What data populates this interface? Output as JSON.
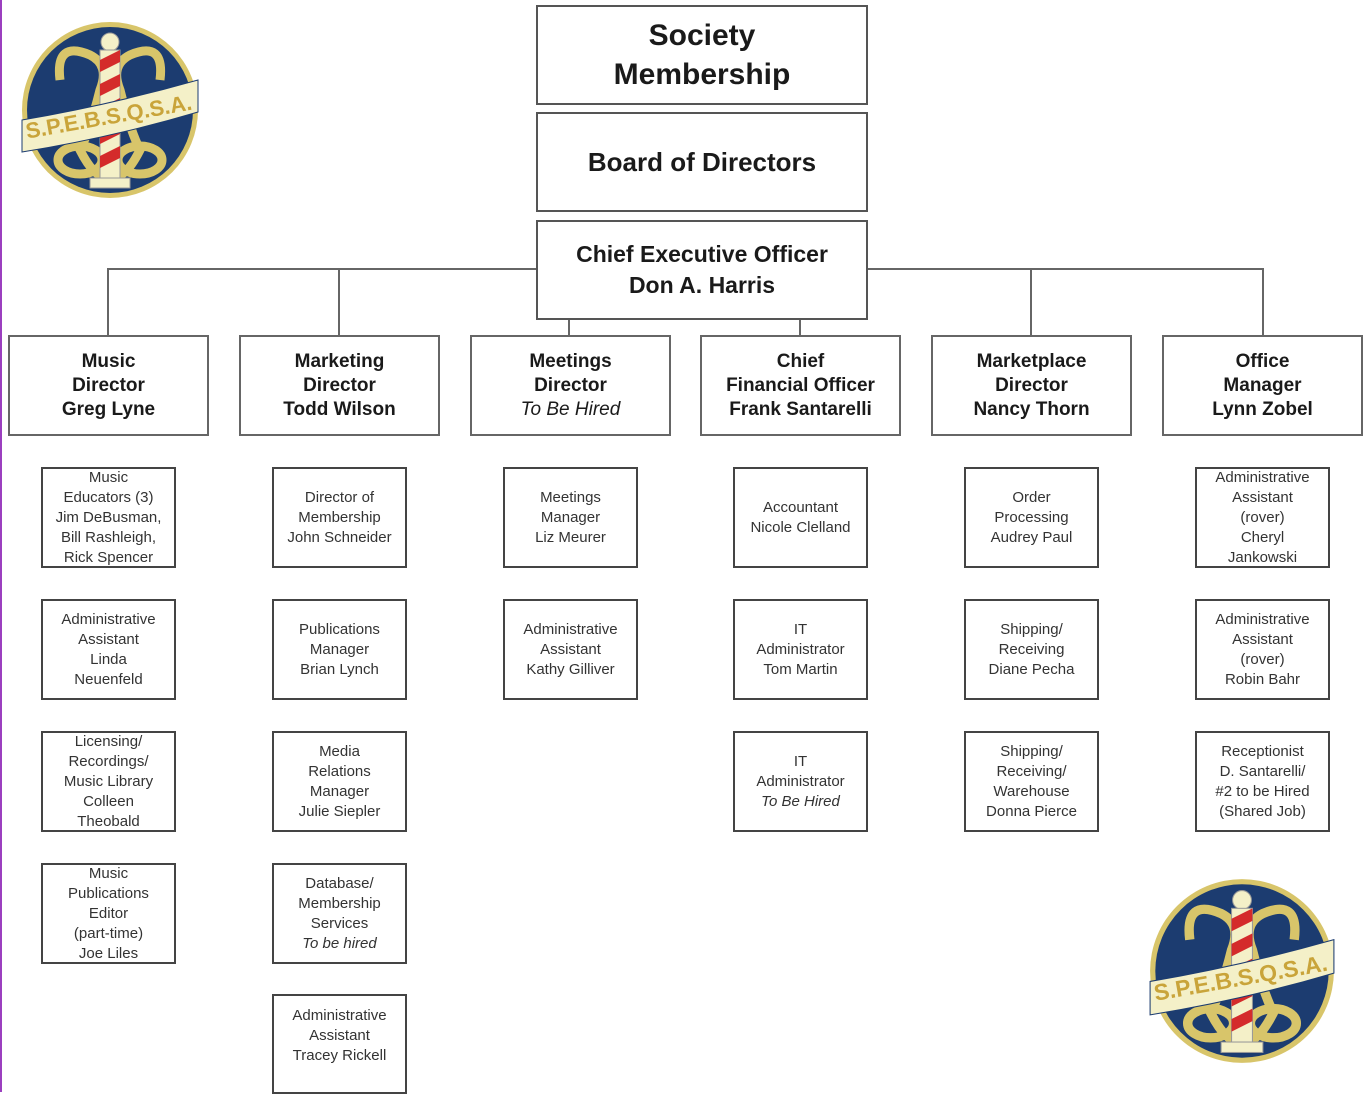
{
  "logo": {
    "text": "S.P.E.B.S.Q.S.A.",
    "colors": {
      "navy": "#1c3c70",
      "gold": "#d8c56a",
      "cream": "#f4f0c8",
      "red": "#d42b2b"
    }
  },
  "top": {
    "lines": [
      "Society",
      "Membership"
    ]
  },
  "board": {
    "label": "Board of Directors"
  },
  "ceo": {
    "lines": [
      "Chief Executive Officer",
      "Don A. Harris"
    ]
  },
  "departments": [
    {
      "lines": [
        "Music",
        "Director",
        "Greg Lyne"
      ],
      "staff": [
        {
          "lines": [
            "Music",
            "Educators (3)",
            "Jim DeBusman,",
            "Bill Rashleigh,",
            "Rick Spencer"
          ]
        },
        {
          "lines": [
            "Administrative",
            "Assistant",
            "Linda",
            "Neuenfeld"
          ]
        },
        {
          "lines": [
            "Licensing/",
            "Recordings/",
            "Music Library",
            "Colleen",
            "Theobald"
          ]
        },
        {
          "lines": [
            "Music",
            "Publications",
            "Editor",
            "(part-time)",
            "Joe Liles"
          ]
        }
      ]
    },
    {
      "lines": [
        "Marketing",
        "Director",
        "Todd Wilson"
      ],
      "staff": [
        {
          "lines": [
            "Director of",
            "Membership",
            "John Schneider"
          ]
        },
        {
          "lines": [
            "Publications",
            "Manager",
            "Brian Lynch"
          ]
        },
        {
          "lines": [
            "Media",
            "Relations",
            "Manager",
            "Julie Siepler"
          ]
        },
        {
          "lines": [
            "Database/",
            "Membership",
            "Services",
            "To be hired"
          ]
        },
        {
          "lines": [
            "Administrative",
            "Assistant",
            "Tracey Rickell"
          ]
        }
      ]
    },
    {
      "lines": [
        "Meetings",
        "Director",
        "To Be Hired"
      ],
      "staff": [
        {
          "lines": [
            "Meetings",
            "Manager",
            "Liz Meurer"
          ]
        },
        {
          "lines": [
            "Administrative",
            "Assistant",
            "Kathy Gilliver"
          ]
        }
      ]
    },
    {
      "lines": [
        "Chief",
        "Financial Officer",
        "Frank Santarelli"
      ],
      "staff": [
        {
          "lines": [
            "Accountant",
            "Nicole Clelland"
          ]
        },
        {
          "lines": [
            "IT",
            "Administrator",
            "Tom Martin"
          ]
        },
        {
          "lines": [
            "IT",
            "Administrator",
            "To Be Hired"
          ]
        }
      ]
    },
    {
      "lines": [
        "Marketplace",
        "Director",
        "Nancy Thorn"
      ],
      "staff": [
        {
          "lines": [
            "Order",
            "Processing",
            "Audrey Paul"
          ]
        },
        {
          "lines": [
            "Shipping/",
            "Receiving",
            "Diane Pecha"
          ]
        },
        {
          "lines": [
            "Shipping/",
            "Receiving/",
            "Warehouse",
            "Donna Pierce"
          ]
        }
      ]
    },
    {
      "lines": [
        "Office",
        "Manager",
        "Lynn Zobel"
      ],
      "staff": [
        {
          "lines": [
            "Administrative",
            "Assistant",
            "(rover)",
            "Cheryl",
            "Jankowski"
          ]
        },
        {
          "lines": [
            "Administrative",
            "Assistant",
            "(rover)",
            "Robin Bahr"
          ]
        },
        {
          "lines": [
            "Receptionist",
            "D. Santarelli/",
            "#2 to be Hired",
            "(Shared Job)"
          ]
        }
      ]
    }
  ]
}
